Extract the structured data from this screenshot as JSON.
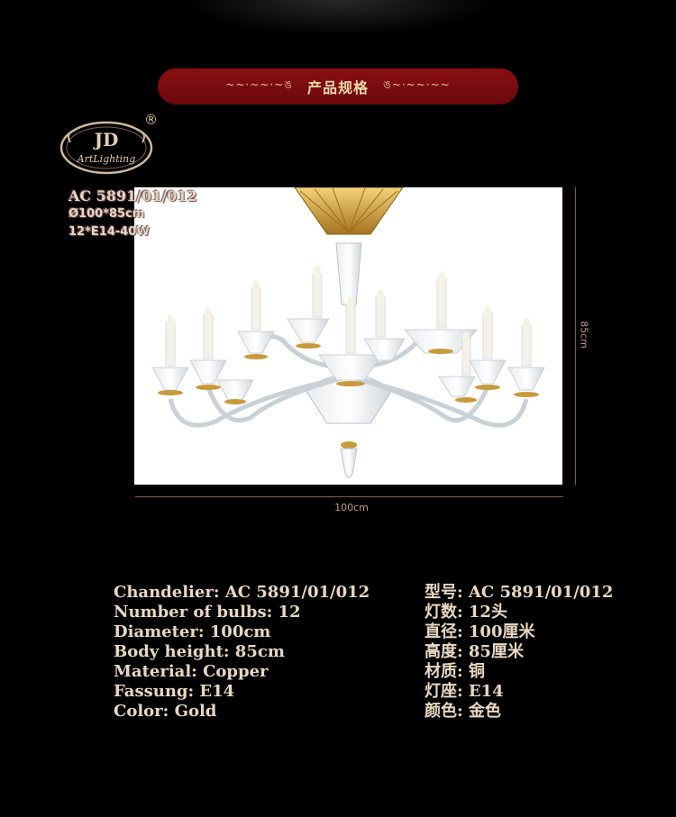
{
  "banner": {
    "title": "产品规格",
    "ornament_left": "~~·~~·~ঙ",
    "ornament_right": "ঙ~·~~·~~"
  },
  "logo": {
    "initials": "JD",
    "wordmark": "ArtLighting",
    "registered_mark": "®"
  },
  "overlay": {
    "model": "AC 5891/01/012",
    "size": "Ø100*85cm",
    "bulbs": "12*E14-40W"
  },
  "dimensions": {
    "height_label": "85cm",
    "width_label": "100cm"
  },
  "specs_en": [
    "Chandelier:  AC 5891/01/012",
    "Number of bulbs: 12",
    "Diameter: 100cm",
    "Body height: 85cm",
    "Material: Copper",
    "Fassung: E14",
    "Color: Gold"
  ],
  "specs_cn": [
    "型号:  AC 5891/01/012",
    "灯数:  12头",
    "直径:  100厘米",
    "高度:  85厘米",
    "材质:  铜",
    "灯座:  E14",
    "颜色:  金色"
  ],
  "colors": {
    "banner": "#8a0f14",
    "text": "#e8d7c0",
    "gold": "#d4a043",
    "dimension_line": "#8a5a4c"
  }
}
